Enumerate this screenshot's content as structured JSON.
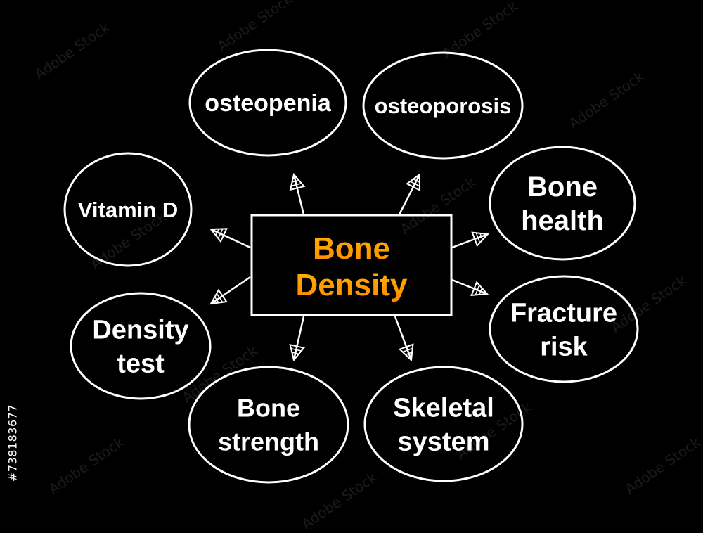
{
  "diagram": {
    "center": {
      "line1": "Bone",
      "line2": "Density"
    },
    "nodes": [
      {
        "id": "osteopenia",
        "lines": [
          "osteopenia"
        ]
      },
      {
        "id": "osteoporosis",
        "lines": [
          "osteoporosis"
        ]
      },
      {
        "id": "vitamin-d",
        "lines": [
          "Vitamin D"
        ]
      },
      {
        "id": "bone-health",
        "lines": [
          "Bone",
          "health"
        ]
      },
      {
        "id": "density-test",
        "lines": [
          "Density",
          "test"
        ]
      },
      {
        "id": "fracture-risk",
        "lines": [
          "Fracture",
          "risk"
        ]
      },
      {
        "id": "bone-strength",
        "lines": [
          "Bone",
          "strength"
        ]
      },
      {
        "id": "skeletal-system",
        "lines": [
          "Skeletal",
          "system"
        ]
      }
    ]
  },
  "watermark": {
    "text": "Adobe Stock"
  },
  "stock_id": "#738183677",
  "colors": {
    "background": "#000000",
    "stroke": "#ffffff",
    "center_top": "#ffb300",
    "center_bottom": "#ff8a00"
  }
}
